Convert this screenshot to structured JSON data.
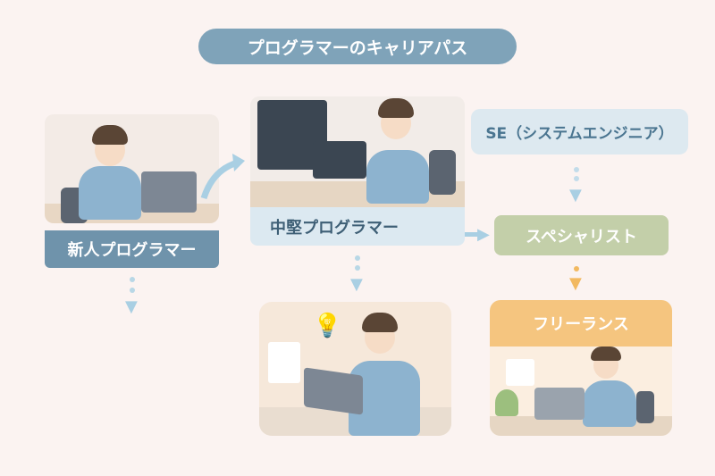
{
  "title": "プログラマーのキャリアパス",
  "stages": {
    "junior": "新人プログラマー",
    "mid": "中堅プログラマー",
    "se": "SE（システムエンジニア）",
    "specialist": "スペシャリスト",
    "freelance": "フリーランス"
  },
  "colors": {
    "background": "#fbf3f1",
    "title": "#7fa3b9",
    "junior": "#6f93ab",
    "mid": "#dce9f1",
    "se": "#dde9f0",
    "specialist": "#c3cfa9",
    "freelance": "#f5c57f",
    "arrow_blue": "#a9cfe3",
    "arrow_orange": "#f2b960"
  }
}
